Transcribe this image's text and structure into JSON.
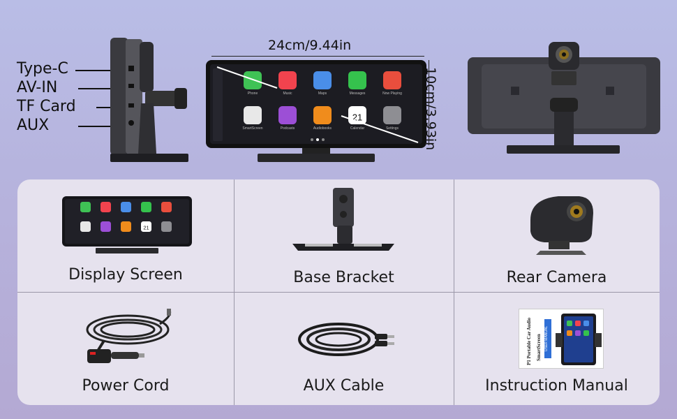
{
  "ports": [
    "Type-C",
    "AV-IN",
    "TF Card",
    "AUX"
  ],
  "dimensions": {
    "width": "24cm/9.44in",
    "height": "10cm/3.93in"
  },
  "screen_apps": [
    {
      "label": "Phone",
      "color": "#3fc255"
    },
    {
      "label": "Music",
      "color": "#f2434e"
    },
    {
      "label": "Maps",
      "color": "#4a8ee8"
    },
    {
      "label": "Messages",
      "color": "#35c24d"
    },
    {
      "label": "Now Playing",
      "color": "#e94e3d"
    },
    {
      "label": "SmartScreen",
      "color": "#e8e8e8"
    },
    {
      "label": "Podcasts",
      "color": "#9c4fd6"
    },
    {
      "label": "Audiobooks",
      "color": "#f08c1c"
    },
    {
      "label": "Calendar",
      "color": "#ffffff"
    },
    {
      "label": "Settings",
      "color": "#8e8e93"
    }
  ],
  "package_items": [
    {
      "label": "Display Screen"
    },
    {
      "label": "Base Bracket"
    },
    {
      "label": "Rear Camera"
    },
    {
      "label": "Power Cord"
    },
    {
      "label": "AUX Cable"
    },
    {
      "label": "Instruction Manual"
    }
  ],
  "calendar_day": "21",
  "manual_text": {
    "line1": "P1 Portable Car Audio",
    "line2": "SmartScreen",
    "button": "USER MANUAL"
  }
}
